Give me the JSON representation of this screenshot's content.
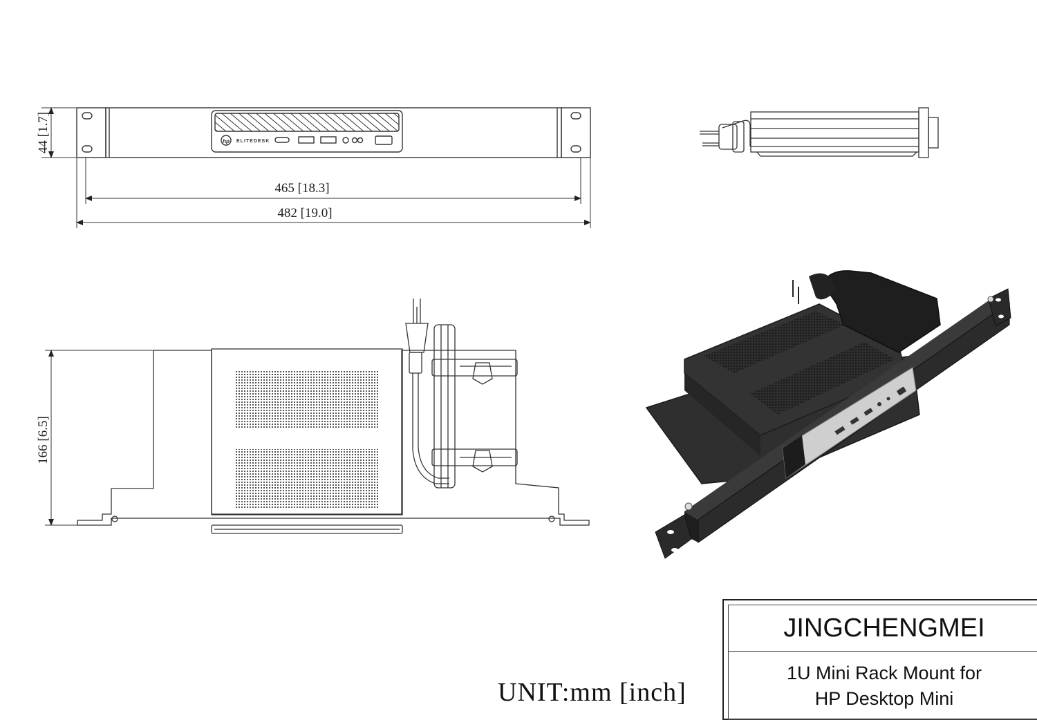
{
  "front_view": {
    "height_label": "44 [1.7]",
    "inner_width_label": "465 [18.3]",
    "outer_width_label": "482 [19.0]",
    "device_brand": "ELITEDESK",
    "logo": "hp"
  },
  "top_view": {
    "depth_label": "166 [6.5]"
  },
  "unit_note": "UNIT:mm [inch]",
  "title_block": {
    "brand": "JINGCHENGMEI",
    "product_line1": "1U Mini Rack Mount for",
    "product_line2": "HP Desktop Mini"
  },
  "icons": [
    "power-plug-icon",
    "hp-logo-icon"
  ],
  "colors": {
    "line": "#333333",
    "render_body": "#2b2b2b",
    "render_panel": "#d9d9d9"
  }
}
